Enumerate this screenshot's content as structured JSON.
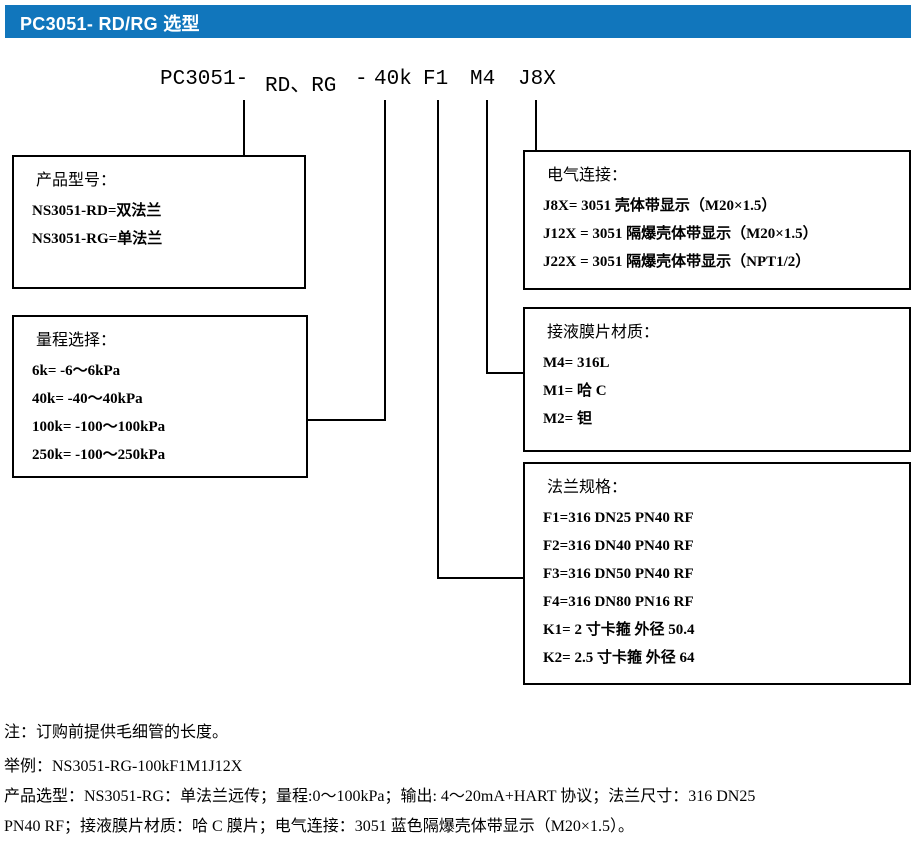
{
  "header": {
    "title": "PC3051- RD/RG 选型",
    "bar_color": "#1176bc",
    "text_color": "#ffffff"
  },
  "code_line": {
    "model": "PC3051-",
    "type": "RD、RG",
    "dash": "-",
    "range": "40k",
    "flange": "F1",
    "membrane": "M4",
    "electrical": "J8X"
  },
  "boxes": {
    "product": {
      "title": "产品型号：",
      "rows": [
        "NS3051-RD=双法兰",
        "NS3051-RG=单法兰"
      ]
    },
    "range": {
      "title": "量程选择：",
      "rows": [
        "6k= -6～6kPa",
        "40k= -40～40kPa",
        "100k= -100～100kPa",
        "250k= -100～250kPa"
      ]
    },
    "electrical": {
      "title": "电气连接：",
      "rows": [
        "J8X= 3051 壳体带显示（M20×1.5）",
        "J12X = 3051 隔爆壳体带显示（M20×1.5）",
        "J22X = 3051 隔爆壳体带显示（NPT1/2）"
      ]
    },
    "membrane": {
      "title": "接液膜片材质：",
      "rows": [
        "M4= 316L",
        "M1= 哈 C",
        "M2= 钽"
      ]
    },
    "flange": {
      "title": "法兰规格：",
      "rows": [
        "F1=316 DN25 PN40 RF",
        "F2=316 DN40 PN40 RF",
        "F3=316 DN50 PN40 RF",
        "F4=316 DN80 PN16 RF",
        "K1= 2 寸卡箍  外径 50.4",
        "K2= 2.5 寸卡箍  外径 64"
      ]
    }
  },
  "notes": {
    "note": "注：订购前提供毛细管的长度。",
    "example": "举例：NS3051-RG-100kF1M1J12X",
    "selection_line1": "产品选型：NS3051-RG：单法兰远传；量程:0～100kPa；输出: 4～20mA+HART 协议；法兰尺寸：316 DN25",
    "selection_line2": "PN40 RF；接液膜片材质：哈 C 膜片；电气连接：3051 蓝色隔爆壳体带显示（M20×1.5）。"
  }
}
